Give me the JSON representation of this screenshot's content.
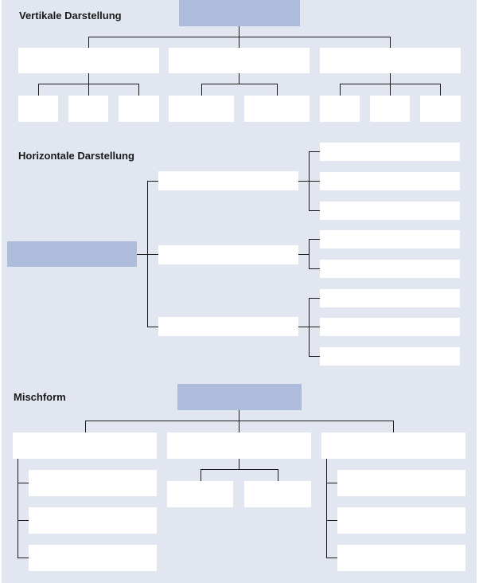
{
  "sections": {
    "vertical": {
      "title": "Vertikale Darstellung"
    },
    "horizontal": {
      "title": "Horizontale Darstellung"
    },
    "mixed": {
      "title": "Mischform"
    }
  },
  "colors": {
    "background": "#e2e6f1",
    "root_box": "#adbcdb",
    "child_box": "#ffffff",
    "connector": "#1a1a1a"
  }
}
